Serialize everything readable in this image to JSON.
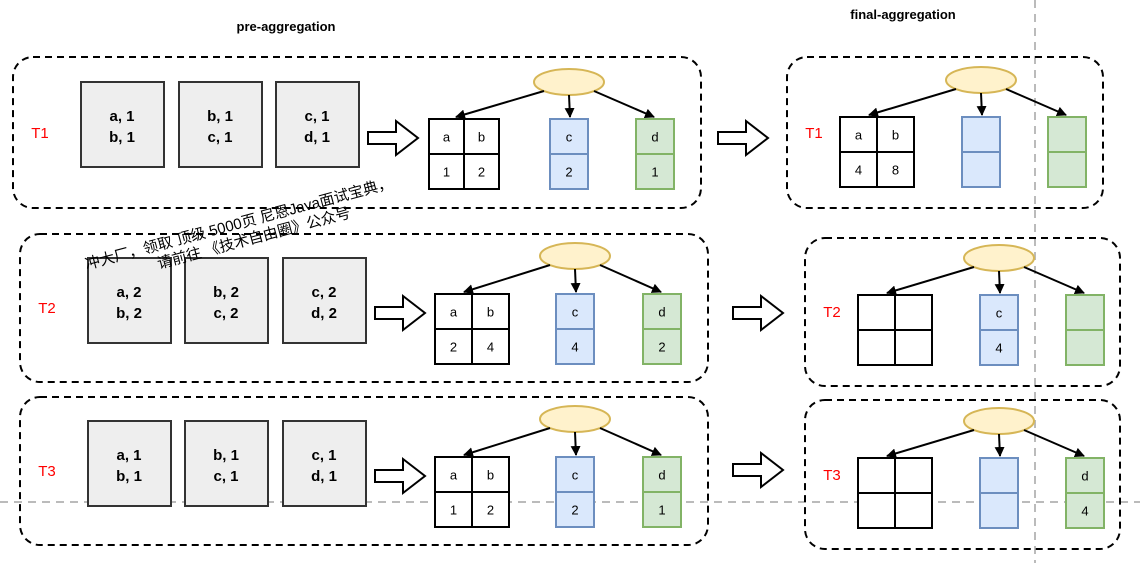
{
  "titles": {
    "pre": "pre-aggregation",
    "final": "final-aggregation"
  },
  "watermark": {
    "line1": "冲大厂，领取 顶级 5000页 尼恩Java面试宝典，",
    "line2": "请前往 《技术自由圈》公众号"
  },
  "colors": {
    "gray_box": "#eeeeee",
    "blue_fill": "#dae8fc",
    "blue_stroke": "#6c8ebf",
    "green_fill": "#d5e8d4",
    "green_stroke": "#82b366",
    "ellipse_fill": "#fff2cc",
    "ellipse_stroke": "#d6b656",
    "label_red": "#ff0000"
  },
  "pre": [
    {
      "label": "T1",
      "boxes": [
        [
          "a,  1",
          "b,  1"
        ],
        [
          "b,  1",
          "c,  1"
        ],
        [
          "c,  1",
          "d,  1"
        ]
      ],
      "table": {
        "h1": "a",
        "h2": "b",
        "v1": "1",
        "v2": "2"
      },
      "blue": {
        "k": "c",
        "v": "2"
      },
      "green": {
        "k": "d",
        "v": "1"
      }
    },
    {
      "label": "T2",
      "boxes": [
        [
          "a,  2",
          "b,  2"
        ],
        [
          "b,  2",
          "c,  2"
        ],
        [
          "c,  2",
          "d,  2"
        ]
      ],
      "table": {
        "h1": "a",
        "h2": "b",
        "v1": "2",
        "v2": "4"
      },
      "blue": {
        "k": "c",
        "v": "4"
      },
      "green": {
        "k": "d",
        "v": "2"
      }
    },
    {
      "label": "T3",
      "boxes": [
        [
          "a,  1",
          "b,  1"
        ],
        [
          "b,  1",
          "c,  1"
        ],
        [
          "c,  1",
          "d,  1"
        ]
      ],
      "table": {
        "h1": "a",
        "h2": "b",
        "v1": "1",
        "v2": "2"
      },
      "blue": {
        "k": "c",
        "v": "2"
      },
      "green": {
        "k": "d",
        "v": "1"
      }
    }
  ],
  "final": [
    {
      "label": "T1",
      "table": {
        "h1": "a",
        "h2": "b",
        "v1": "4",
        "v2": "8"
      },
      "blue": {
        "k": "",
        "v": ""
      },
      "green": {
        "k": "",
        "v": ""
      }
    },
    {
      "label": "T2",
      "table": {
        "h1": "",
        "h2": "",
        "v1": "",
        "v2": ""
      },
      "blue": {
        "k": "c",
        "v": "4"
      },
      "green": {
        "k": "",
        "v": ""
      }
    },
    {
      "label": "T3",
      "table": {
        "h1": "",
        "h2": "",
        "v1": "",
        "v2": ""
      },
      "blue": {
        "k": "",
        "v": ""
      },
      "green": {
        "k": "d",
        "v": "4"
      }
    }
  ]
}
